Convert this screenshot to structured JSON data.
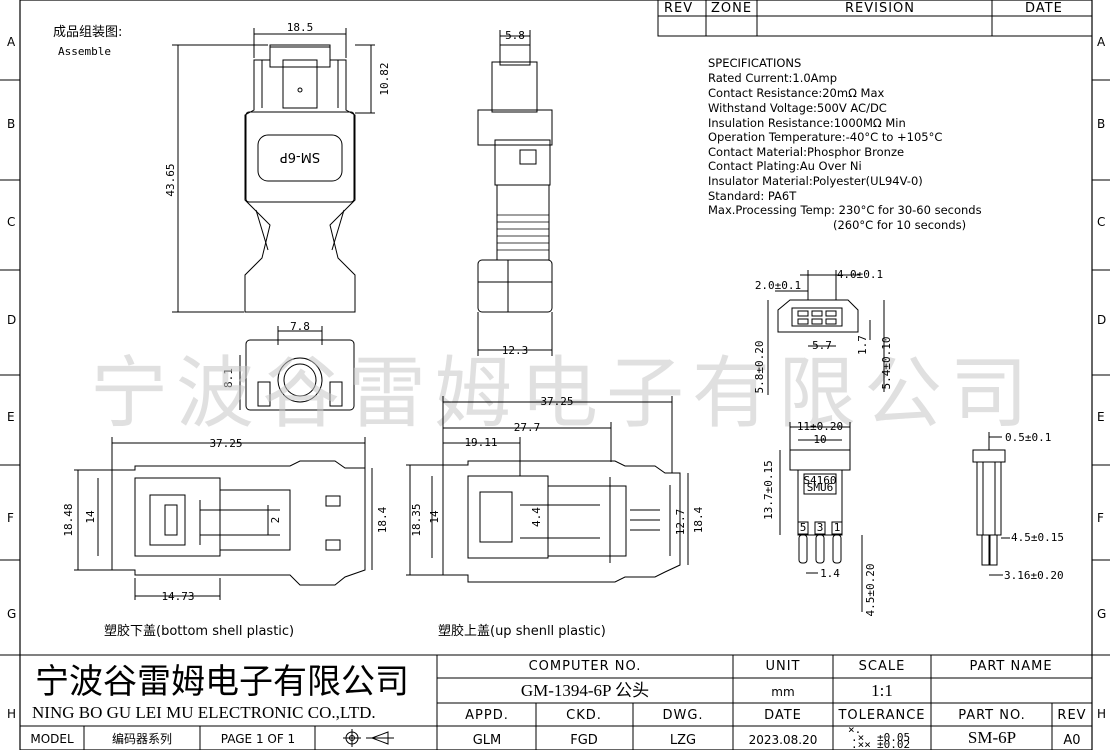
{
  "frame": {
    "row_letters": [
      "A",
      "B",
      "C",
      "D",
      "E",
      "F",
      "G",
      "H"
    ]
  },
  "revision_block": {
    "rev": "REV",
    "zone": "ZONE",
    "revision": "REVISION",
    "date": "DATE"
  },
  "assembly_title": {
    "cn": "成品组装图:",
    "en": "Assemble"
  },
  "watermark": "宁波谷雷姆电子有限公司",
  "label_plate": "SM-6P",
  "specifications": {
    "heading": "SPECIFICATIONS",
    "lines": [
      "Rated Current:1.0Amp",
      "Contact Resistance:20mΩ Max",
      "Withstand Voltage:500V AC/DC",
      "Insulation Resistance:1000MΩ Min",
      "Operation Temperature:-40°C to +105°C",
      "Contact Material:Phosphor Bronze",
      "Contact Plating:Au Over Ni",
      "Insulator Material:Polyester(UL94V-0)",
      "Standard: PA6T",
      "Max.Processing Temp: 230°C for 30-60 seconds",
      "(260°C for 10 seconds)"
    ]
  },
  "dimensions": {
    "front_width": "18.5",
    "front_top": "10.82",
    "front_height": "43.65",
    "side_top": "5.8",
    "side_bottom": "12.3",
    "end_width": "7.8",
    "end_height": "8.1",
    "bottom_total": "37.25",
    "bottom_h_left": "18.48",
    "bottom_h_inner": "14",
    "bottom_h_right": "18.4",
    "bottom_pin": "2",
    "bottom_len": "14.73",
    "top_total": "37.25",
    "top_a": "27.7",
    "top_b": "19.11",
    "top_h_left": "18.35",
    "top_h_inner": "14",
    "top_mid": "4.4",
    "top_h_r1": "12.7",
    "top_h_r2": "18.4",
    "face_a": "2.0±0.1",
    "face_b": "4.0±0.1",
    "face_c": "5.7",
    "face_d": "1.7",
    "face_e": "5.8±0.20",
    "face_f": "5.4±0.10",
    "pin_a": "11±0.20",
    "pin_b": "10",
    "pin_c": "13.7±0.15",
    "pin_d": "1.4",
    "pin_e": "4.5±0.20",
    "pin_chip1": "S4160",
    "pin_chip2": "SMU6",
    "pin_numbers": [
      "5",
      "3",
      "1"
    ],
    "side_a": "0.5±0.1",
    "side_b": "4.5±0.15",
    "side_c": "3.16±0.20"
  },
  "captions": {
    "bottom": "塑胶下盖(bottom shell plastic)",
    "top": "塑胶上盖(up shenll plastic)"
  },
  "title_block": {
    "company_cn": "宁波谷雷姆电子有限公司",
    "company_en": "NING BO GU LEI MU ELECTRONIC CO.,LTD.",
    "computer_no_label": "COMPUTER  NO.",
    "computer_no": "GM-1394-6P 公头",
    "unit_label": "UNIT",
    "unit": "mm",
    "scale_label": "SCALE",
    "scale": "1:1",
    "part_name_label": "PART  NAME",
    "appd_label": "APPD.",
    "ckd_label": "CKD.",
    "dwg_label": "DWG.",
    "date_label": "DATE",
    "tolerance_label": "TOLERANCE",
    "part_no_label": "PART NO.",
    "rev_label": "REV",
    "appd": "GLM",
    "ckd": "FGD",
    "dwg": "LZG",
    "date": "2023.08.20",
    "tol_x": "×.",
    "tol_xx": ".×",
    "tol_xxx": ".××",
    "tol_1": "±0.05",
    "tol_2": "±0.02",
    "part_no": "SM-6P",
    "rev": "A0",
    "model_label": "MODEL",
    "model": "编码器系列",
    "page": "PAGE 1  OF 1"
  }
}
